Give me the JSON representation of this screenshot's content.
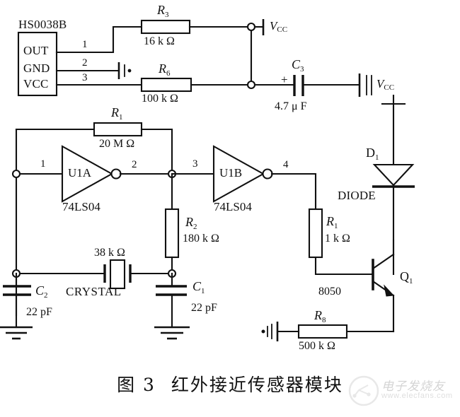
{
  "figure": {
    "caption_number": "图 3",
    "caption_title": "红外接近传感器模块"
  },
  "watermark": {
    "brand": "电子发烧友",
    "url": "www.elecfans.com",
    "logo_icon": "circle-circuit-icon"
  },
  "sensor": {
    "part_number": "HS0038B",
    "pins": [
      {
        "label": "OUT",
        "number": "1"
      },
      {
        "label": "GND",
        "number": "2"
      },
      {
        "label": "VCC",
        "number": "3"
      }
    ]
  },
  "supplies": [
    {
      "id": "vcc_top",
      "label": "V",
      "sub": "CC"
    },
    {
      "id": "vcc_right",
      "label": "V",
      "sub": "CC"
    }
  ],
  "resistors": [
    {
      "id": "R3",
      "name": "R",
      "sub": "3",
      "value": "16 k Ω"
    },
    {
      "id": "R6",
      "name": "R",
      "sub": "6",
      "value": "100 k Ω"
    },
    {
      "id": "R1a",
      "name": "R",
      "sub": "1",
      "value": "20 M Ω"
    },
    {
      "id": "R2",
      "name": "R",
      "sub": "2",
      "value": "180 k Ω"
    },
    {
      "id": "R1b",
      "name": "R",
      "sub": "1",
      "value": "1 k Ω"
    },
    {
      "id": "R8",
      "name": "R",
      "sub": "8",
      "value": "500 k Ω"
    }
  ],
  "capacitors": [
    {
      "id": "C3",
      "name": "C",
      "sub": "3",
      "value": "4.7 μ F",
      "polarity": "+"
    },
    {
      "id": "C2",
      "name": "C",
      "sub": "2",
      "value": "22 pF",
      "polarity": ""
    },
    {
      "id": "C1",
      "name": "C",
      "sub": "1",
      "value": "22 pF",
      "polarity": ""
    }
  ],
  "crystal": {
    "label": "CRYSTAL",
    "series_resistance": "38 k Ω"
  },
  "inverters": [
    {
      "id": "U1A",
      "designator": "U1A",
      "part": "74LS04",
      "in_pin": "1",
      "out_pin": "2"
    },
    {
      "id": "U1B",
      "designator": "U1B",
      "part": "74LS04",
      "in_pin": "3",
      "out_pin": "4"
    }
  ],
  "diode": {
    "name": "D",
    "sub": "1",
    "type": "DIODE"
  },
  "transistor": {
    "name": "Q",
    "sub": "1",
    "part": "8050",
    "type": "NPN"
  }
}
